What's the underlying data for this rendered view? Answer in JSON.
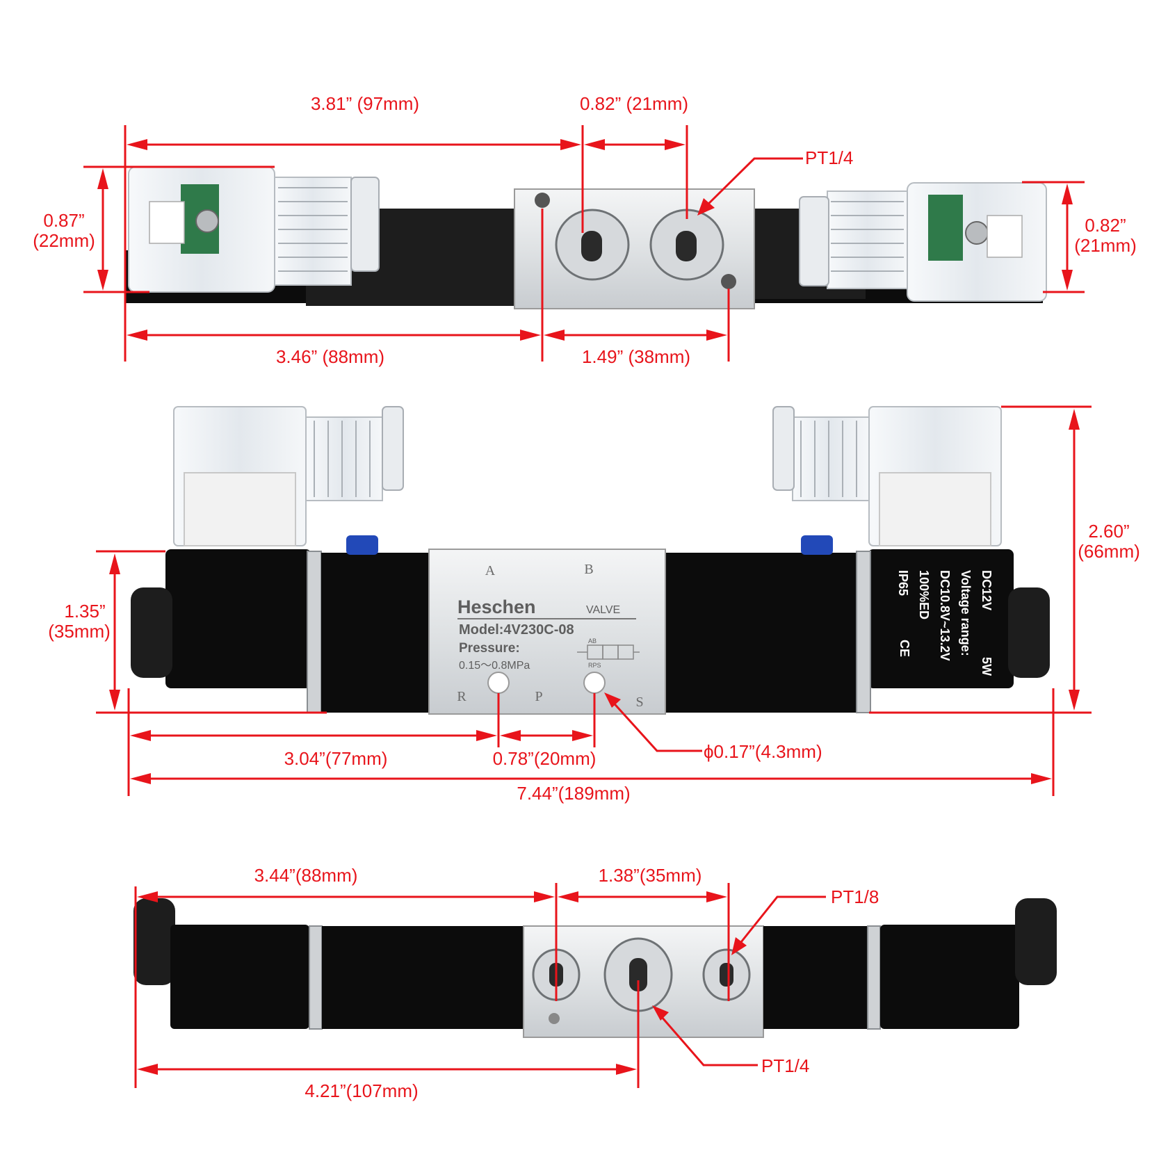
{
  "top_view": {
    "dims": {
      "length_97": "3.81” (97mm)",
      "port_spacing_21": "0.82” (21mm)",
      "port_label": "PT1/4",
      "height_left_in": "0.87”",
      "height_left_mm": "(22mm)",
      "height_right_in": "0.82”",
      "height_right_mm": "(21mm)",
      "length_88": "3.46” (88mm)",
      "hole_spacing_38": "1.49” (38mm)"
    }
  },
  "front_view": {
    "valve": {
      "brand": "Heschen",
      "brand_suffix": "VALVE",
      "model": "Model:4V230C-08",
      "pressure_label": "Pressure:",
      "pressure_range": "0.15～0.8MPa",
      "port_a": "A",
      "port_b": "B",
      "port_r": "R",
      "port_p": "P",
      "port_s": "S",
      "symbol_text_top": "AB",
      "symbol_text_bottom": "RPS"
    },
    "coil": {
      "line1": "DC12V",
      "line1b": "5W",
      "line2": "Voltage  range:",
      "line3": "DC10.8V~13.2V",
      "line4": "100%ED",
      "line5": "IP65",
      "ce": "CE"
    },
    "dims": {
      "height_in": "1.35”",
      "height_mm": "(35mm)",
      "total_height_in": "2.60”",
      "total_height_mm": "(66mm)",
      "to_hole_77": "3.04”(77mm)",
      "hole_spacing_20": "0.78”(20mm)",
      "hole_dia": "ϕ0.17”(4.3mm)",
      "total_length_189": "7.44”(189mm)"
    }
  },
  "bottom_view": {
    "dims": {
      "length_88": "3.44”(88mm)",
      "port_spacing_35": "1.38”(35mm)",
      "small_port": "PT1/8",
      "center_port": "PT1/4",
      "to_center_107": "4.21”(107mm)"
    }
  }
}
